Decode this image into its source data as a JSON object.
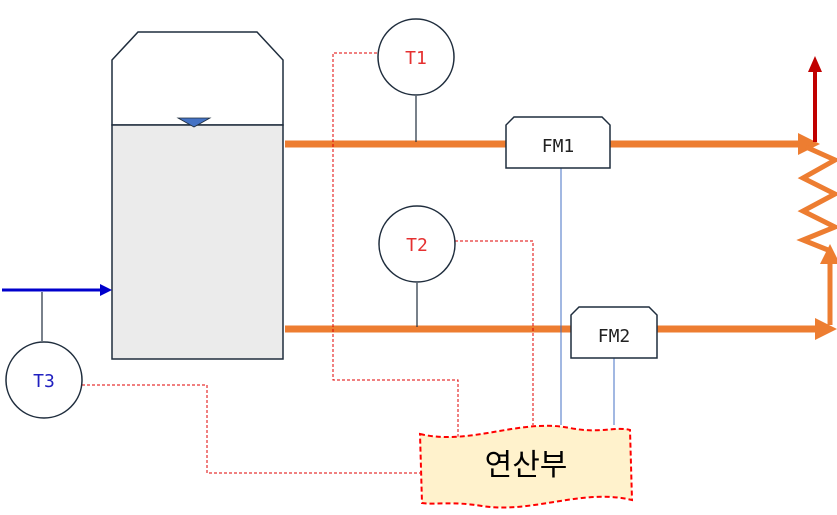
{
  "sensors": {
    "t1": {
      "label": "T1"
    },
    "t2": {
      "label": "T2"
    },
    "t3": {
      "label": "T3"
    }
  },
  "flowmeters": {
    "fm1": {
      "label": "FM1"
    },
    "fm2": {
      "label": "FM2"
    }
  },
  "processor": {
    "label": "연산부"
  },
  "colors": {
    "pipe": "#ed7d31",
    "inlet": "#0000cc",
    "outlet": "#c00000",
    "signal_temp": "#e00000",
    "signal_flow": "#4472c4",
    "outline": "#1f2d3d",
    "tank_fill": "#ebebeb",
    "processor_fill": "#fff2cc",
    "temp_label": "#e53030",
    "t3_label": "#2020c0",
    "level_marker": "#4472c4"
  }
}
